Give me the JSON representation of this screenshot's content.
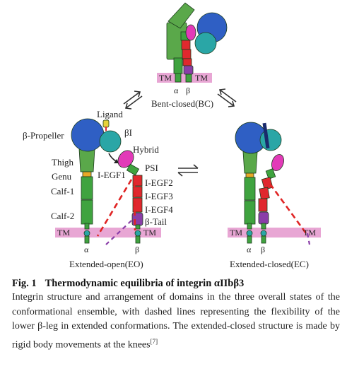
{
  "figure": {
    "labels": {
      "beta_propeller": "β-Propeller",
      "ligand": "Ligand",
      "beta_i": "βI",
      "hybrid": "Hybrid",
      "thigh": "Thigh",
      "genu": "Genu",
      "i_egf1": "I-EGF1",
      "psi": "PSI",
      "calf1": "Calf-1",
      "i_egf2": "I-EGF2",
      "i_egf3": "I-EGF3",
      "i_egf4": "I-EGF4",
      "calf2": "Calf-2",
      "beta_tail": "β-Tail",
      "tm": "TM",
      "alpha": "α",
      "beta": "β"
    },
    "states": {
      "bc": "Bent-closed(BC)",
      "eo": "Extended-open(EO)",
      "ec": "Extended-closed(EC)"
    },
    "colors": {
      "propeller": "#2f5fc4",
      "beta_i": "#2aa6a6",
      "hybrid": "#e23ab8",
      "thigh": "#5aa84a",
      "genu": "#e8a826",
      "calf": "#3fa33f",
      "egf": "#e0282e",
      "beta_tail": "#8a3ea8",
      "membrane": "#e8a6d4",
      "dashed": "#e02424",
      "ligand": "#e6d23a",
      "psi": "#3fa33f"
    }
  },
  "caption": {
    "fig_number": "Fig. 1",
    "title": "Thermodynamic equilibria of integrin αIIbβ3",
    "body": "Integrin structure and arrangement of domains in the three overall states of the conformational ensemble, with dashed lines representing the flexibility of the lower β-leg in extended conformations. The extended-closed structure is made by rigid body movements at the knees",
    "citation": "[7]"
  }
}
